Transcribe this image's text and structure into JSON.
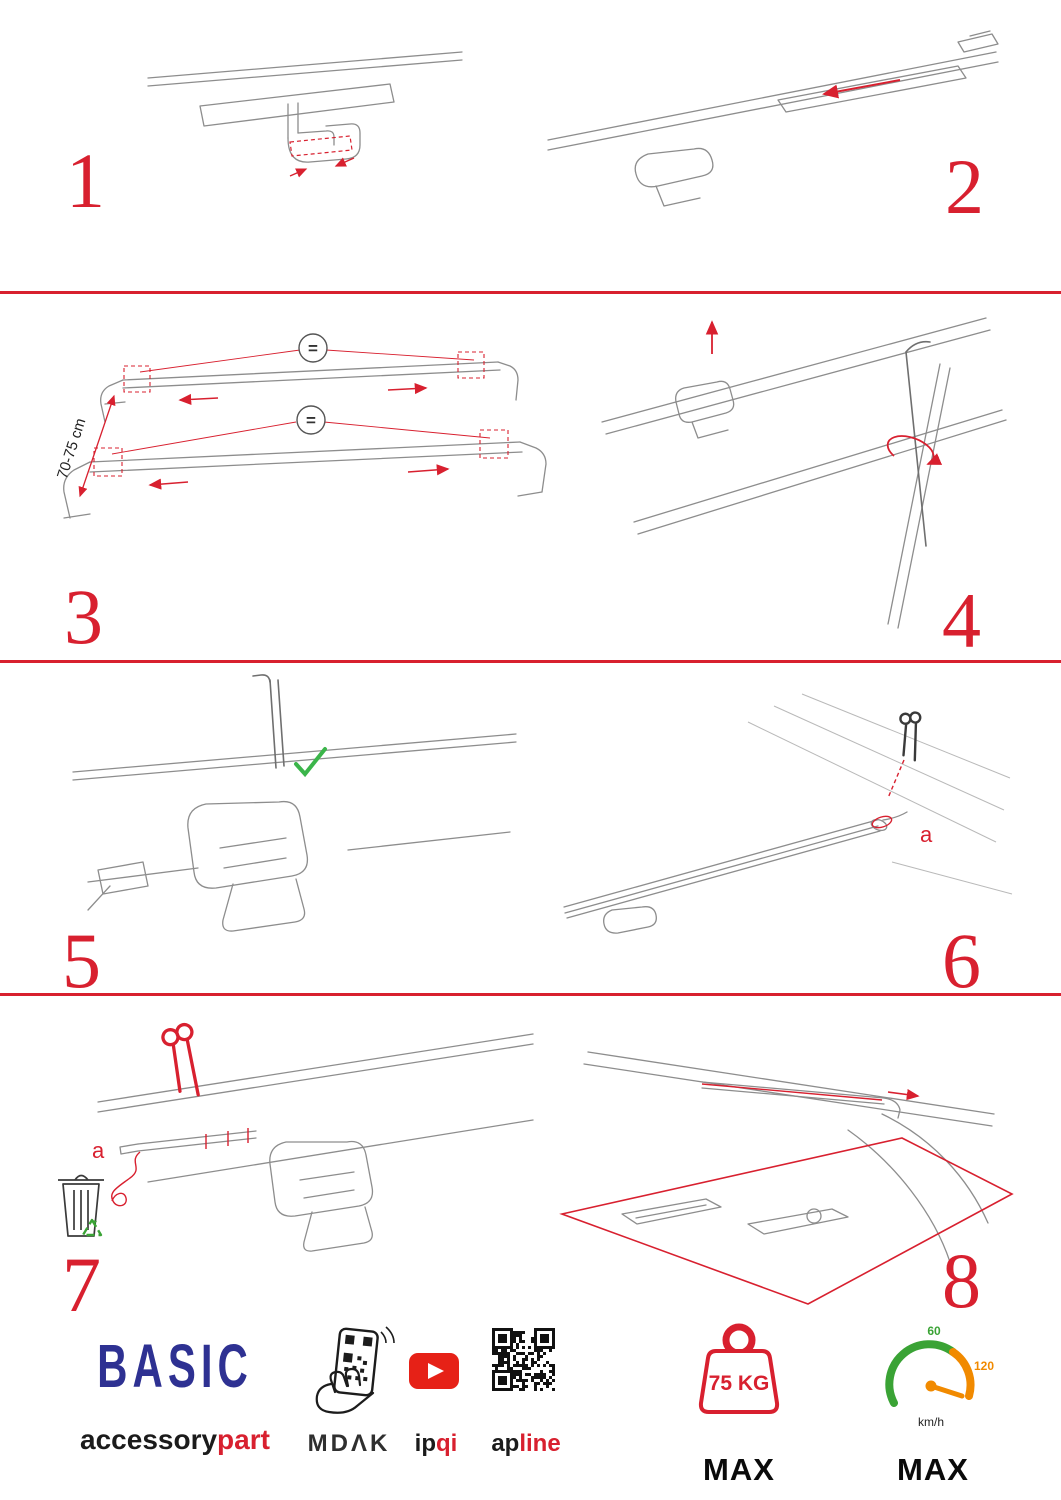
{
  "palette": {
    "accent_red": "#d8202f",
    "brand_blue": "#2e3192",
    "check_green": "#3bb54a",
    "gauge_green": "#3aa335",
    "gauge_orange": "#f18a00",
    "youtube_red": "#e62117"
  },
  "steps": [
    {
      "number": "1"
    },
    {
      "number": "2"
    },
    {
      "number": "3"
    },
    {
      "number": "4"
    },
    {
      "number": "5"
    },
    {
      "number": "6"
    },
    {
      "number": "7"
    },
    {
      "number": "8"
    }
  ],
  "annotations": {
    "step3": {
      "dimension": "70-75 cm",
      "equal_top": "=",
      "equal_bottom": "="
    },
    "step6": {
      "label_a": "a"
    },
    "step7": {
      "label_a": "a"
    }
  },
  "footer": {
    "brand": "BASIC",
    "brand_word_dark": "accessory",
    "brand_word_red": "part",
    "partner_mdak": "MDΛK",
    "partner_ipqi_dark": "ip",
    "partner_ipqi_red": "qi",
    "partner_apline_dark": "ap",
    "partner_apline_red": "line",
    "weight_limit": {
      "value": "75 KG",
      "label": "MAX"
    },
    "speed_limit": {
      "tick_low": "60",
      "tick_high": "120",
      "unit": "km/h",
      "label": "MAX"
    }
  }
}
